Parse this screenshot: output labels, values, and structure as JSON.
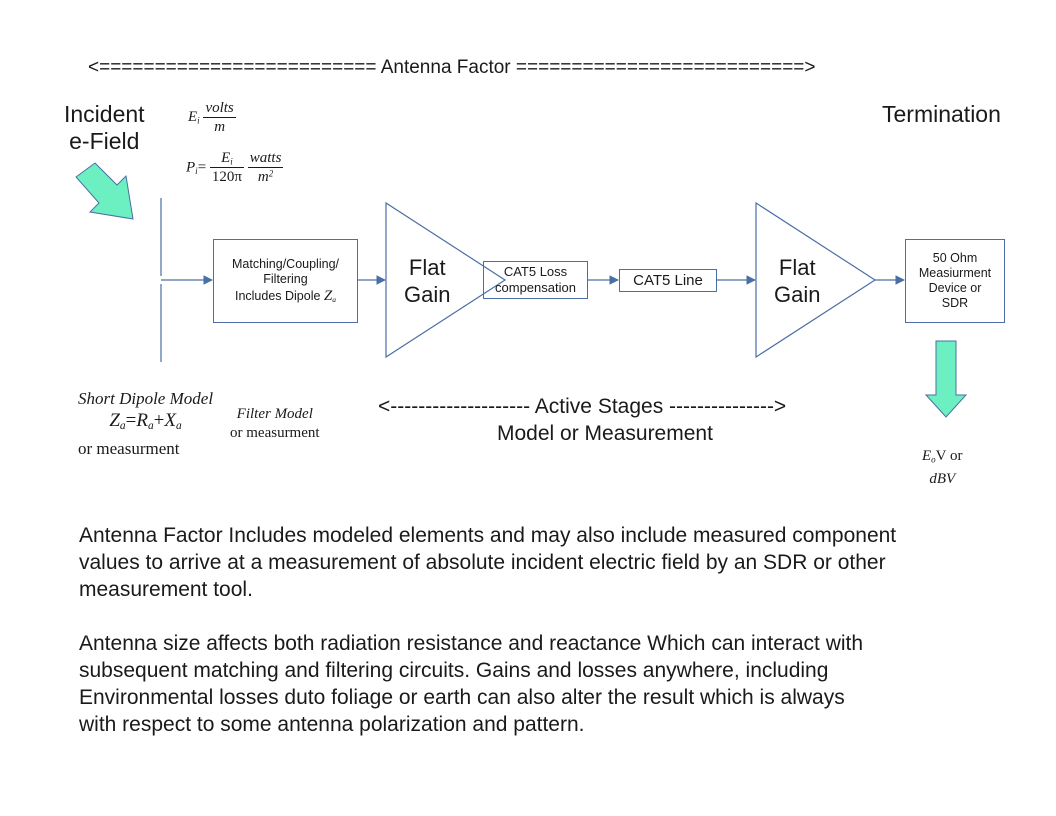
{
  "header": {
    "antenna_factor": "<========================= Antenna Factor ==========================>"
  },
  "labels": {
    "incident_line1": "Incident",
    "incident_line2": "e-Field",
    "termination": "Termination",
    "active_stages": "<-------------------- Active Stages --------------->",
    "model_or_measurement": "Model or Measurement"
  },
  "formulas": {
    "ei_symbol": "E",
    "ei_sub": "i",
    "volts": "volts",
    "m": "m",
    "pi_symbol": "P",
    "pi_sub": "i",
    "equals": "=",
    "pi_num_symbol": "E",
    "pi_num_sub": "i",
    "pi_den": "120π",
    "watts": "watts",
    "m2_base": "m",
    "m2_exp": "2"
  },
  "blocks": {
    "matching_line1": "Matching/Coupling/",
    "matching_line2": "Filtering",
    "matching_line3": "Includes Dipole ",
    "matching_z": "Z",
    "matching_z_sub": "a",
    "flat_gain_1_line1": "Flat",
    "flat_gain_1_line2": "Gain",
    "cat5_loss_line1": "CAT5 Loss",
    "cat5_loss_line2": "compensation",
    "cat5_line": "CAT5 Line",
    "flat_gain_2_line1": "Flat",
    "flat_gain_2_line2": "Gain",
    "device_line1": "50 Ohm",
    "device_line2": "Measiurment",
    "device_line3": "Device or",
    "device_line4": "SDR"
  },
  "models": {
    "short_dipole_title": "Short Dipole Model",
    "za_z": "Z",
    "za_z_sub": "a",
    "za_eq": "=",
    "za_r": "R",
    "za_r_sub": "a",
    "za_plus": "+",
    "za_x": "X",
    "za_x_sub": "a",
    "dipole_or_measurement": "or measurment",
    "filter_model": "Filter Model",
    "filter_or_measurement": "or measurment",
    "output_e": "E",
    "output_e_sub": "o",
    "output_v": "V or",
    "output_dbv": "dBV"
  },
  "paragraphs": {
    "p1": "Antenna Factor Includes modeled elements and may also include measured component\nvalues  to arrive at a measurement of absolute incident electric field by an SDR or other\nmeasurement tool.",
    "p2": "Antenna size affects both radiation resistance and reactance Which can interact with\nsubsequent matching and filtering circuits. Gains and losses anywhere, including\nEnvironmental losses duto foliage or earth can also alter the result which is always\nwith respect to some antenna polarization and pattern."
  },
  "colors": {
    "line": "#4a6fa5",
    "arrow_fill": "#6cf0c2",
    "arrow_stroke": "#4a6fa5"
  }
}
